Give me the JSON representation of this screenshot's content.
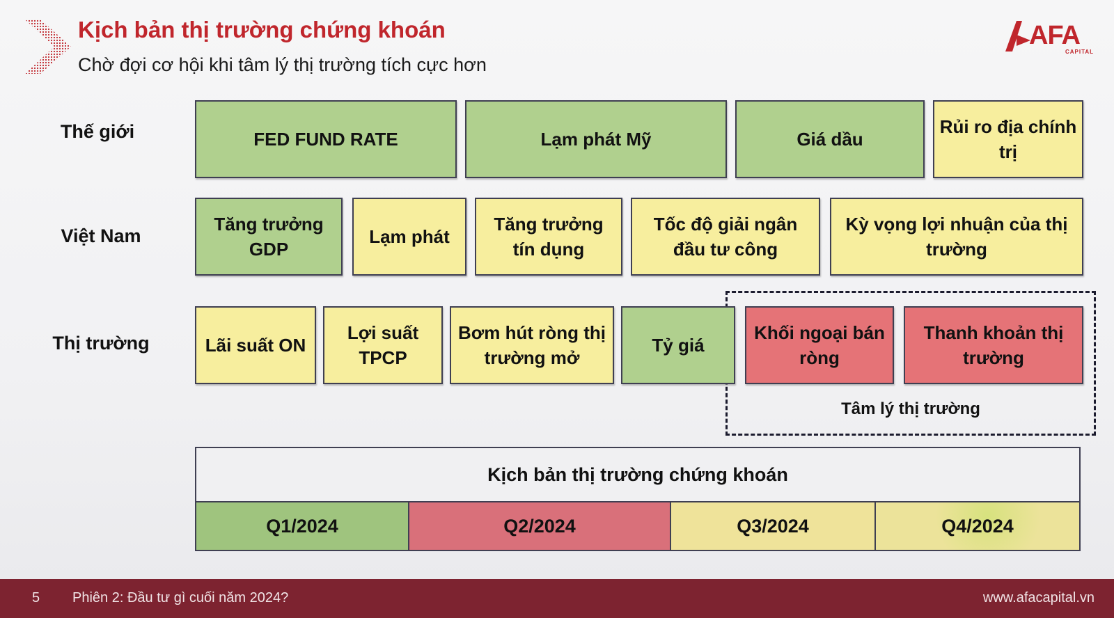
{
  "header": {
    "title": "Kịch bản thị trường chứng khoán",
    "subtitle": "Chờ đợi cơ hội khi tâm lý thị trường tích cực hơn",
    "logo_text": "AFA",
    "logo_subtext": "CAPITAL",
    "accent_color": "#c0262c"
  },
  "rows": {
    "world": {
      "label": "Thế giới",
      "items": [
        {
          "text": "FED FUND RATE",
          "color": "green"
        },
        {
          "text": "Lạm phát Mỹ",
          "color": "green"
        },
        {
          "text": "Giá dầu",
          "color": "green"
        },
        {
          "text": "Rủi ro địa chính trị",
          "color": "yellow"
        }
      ]
    },
    "vietnam": {
      "label": "Việt Nam",
      "items": [
        {
          "text": "Tăng trưởng GDP",
          "color": "green"
        },
        {
          "text": "Lạm phát",
          "color": "yellow"
        },
        {
          "text": "Tăng trưởng tín dụng",
          "color": "yellow"
        },
        {
          "text": "Tốc độ giải ngân đầu tư công",
          "color": "yellow"
        },
        {
          "text": "Kỳ vọng lợi nhuận của thị trường",
          "color": "yellow"
        }
      ]
    },
    "market": {
      "label": "Thị trường",
      "items": [
        {
          "text": "Lãi suất ON",
          "color": "yellow"
        },
        {
          "text": "Lợi suất TPCP",
          "color": "yellow"
        },
        {
          "text": "Bơm hút ròng thị trường mở",
          "color": "yellow"
        },
        {
          "text": "Tỷ giá",
          "color": "green"
        },
        {
          "text": "Khối ngoại bán ròng",
          "color": "red"
        },
        {
          "text": "Thanh khoản thị trường",
          "color": "red"
        }
      ],
      "group_label": "Tâm lý thị trường"
    }
  },
  "scenario": {
    "title": "Kịch bản thị trường chứng khoán",
    "quarters": [
      {
        "label": "Q1/2024",
        "color": "#9fc47e"
      },
      {
        "label": "Q2/2024",
        "color": "#d9707a"
      },
      {
        "label": "Q3/2024",
        "color": "#efe39a"
      },
      {
        "label": "Q4/2024",
        "color": "#ece39a"
      }
    ]
  },
  "colors": {
    "green": "#b0d08e",
    "yellow": "#f7ee9e",
    "red": "#e57377"
  },
  "footer": {
    "page_number": "5",
    "session": "Phiên 2: Đầu tư gì cuối năm 2024?",
    "website": "www.afacapital.vn"
  }
}
